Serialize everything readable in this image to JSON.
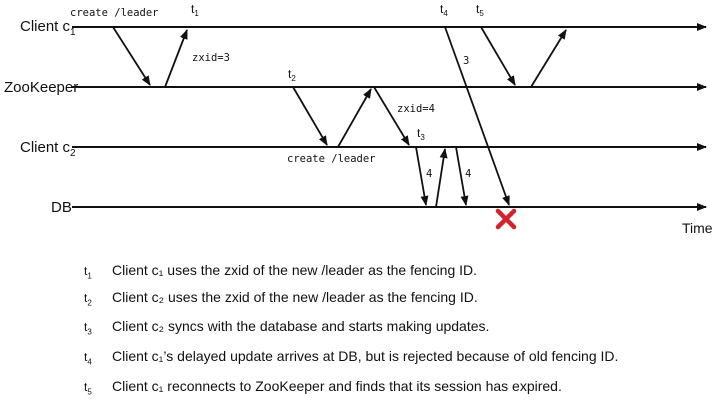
{
  "lanes": {
    "client1": {
      "base": "Client c",
      "sub": "1"
    },
    "zookeeper": {
      "base": "ZooKeeper",
      "sub": ""
    },
    "client2": {
      "base": "Client c",
      "sub": "2"
    },
    "db": {
      "base": "DB",
      "sub": ""
    }
  },
  "axis_title": "Time",
  "messages": {
    "c1_create": "create /leader",
    "zxid3": "zxid=3",
    "c2_create": "create /leader",
    "zxid4": "zxid=4",
    "token_4a": "4",
    "token_4b": "4",
    "token_3": "3"
  },
  "time_marks": {
    "t1": {
      "base": "t",
      "sub": "1"
    },
    "t2": {
      "base": "t",
      "sub": "2"
    },
    "t3": {
      "base": "t",
      "sub": "3"
    },
    "t4": {
      "base": "t",
      "sub": "4"
    },
    "t5": {
      "base": "t",
      "sub": "5"
    }
  },
  "rejected_marker": "red-x-icon",
  "colors": {
    "line": "#111111",
    "reject": "#d3222a"
  },
  "legend": [
    {
      "time": "t",
      "time_sub": "1",
      "text": "Client c₁ uses the zxid of the new /leader as the fencing ID."
    },
    {
      "time": "t",
      "time_sub": "2",
      "text": "Client c₂ uses the zxid of the new /leader as the fencing ID."
    },
    {
      "time": "t",
      "time_sub": "3",
      "text": "Client c₂ syncs with the database and starts making updates."
    },
    {
      "time": "t",
      "time_sub": "4",
      "text": "Client c₁’s delayed update arrives at DB, but is rejected because of old fencing ID."
    },
    {
      "time": "t",
      "time_sub": "5",
      "text": "Client c₁ reconnects to ZooKeeper and finds that its session has expired."
    }
  ]
}
